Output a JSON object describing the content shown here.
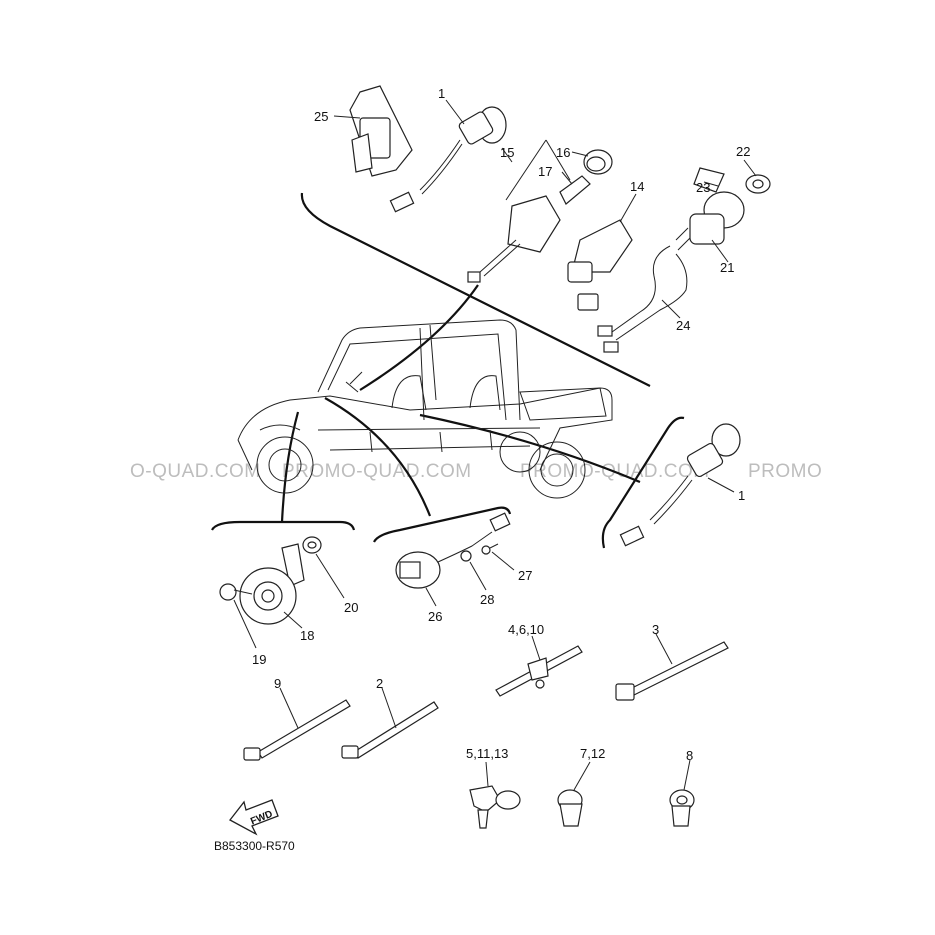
{
  "labels": {
    "l1": "1",
    "l1b": "1",
    "l2": "2",
    "l3": "3",
    "l4_6_10": "4,6,10",
    "l5_11_13": "5,11,13",
    "l7_12": "7,12",
    "l8": "8",
    "l9": "9",
    "l14": "14",
    "l15": "15",
    "l16": "16",
    "l17": "17",
    "l18": "18",
    "l19": "19",
    "l20": "20",
    "l21": "21",
    "l22": "22",
    "l23": "23",
    "l24": "24",
    "l25": "25",
    "l26": "26",
    "l27": "27",
    "l28": "28"
  },
  "watermark": {
    "w1": "O-QUAD.COM",
    "w2": "PROMO-QUAD.COM",
    "w3": "PROMO-QUAD.COM",
    "w4": "PROMO"
  },
  "fwd_label": "FWD",
  "diagram_code": "B853300-R570"
}
